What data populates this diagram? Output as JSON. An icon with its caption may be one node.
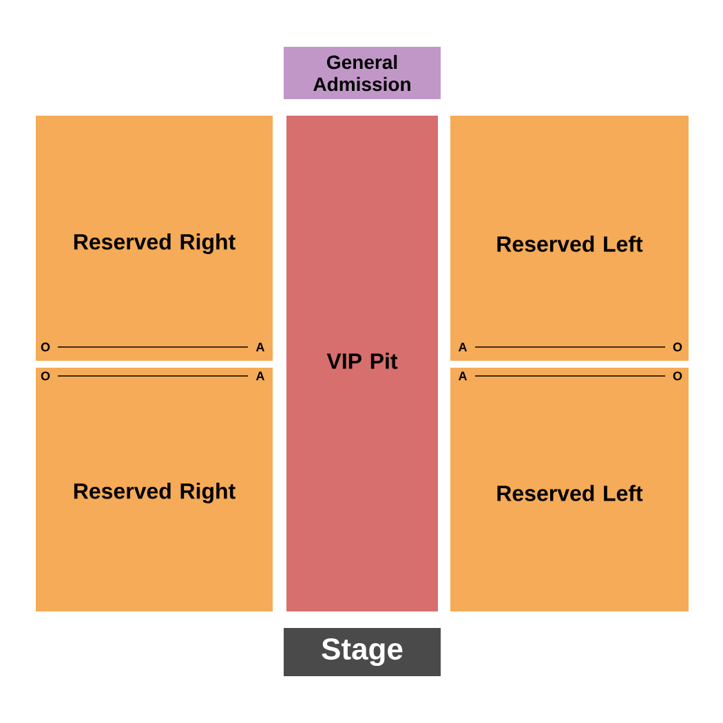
{
  "diagram": {
    "nodes": [
      {
        "text": [
          "General Admission"
        ]
      },
      {
        "text": [
          "Reserved Right"
        ]
      },
      {
        "text": [
          "VIP Pit"
        ]
      },
      {
        "text": [
          "Reserved Left"
        ]
      },
      {
        "text": [
          "Reserved Right"
        ]
      },
      {
        "text": [
          "Reserved Left"
        ]
      },
      {
        "text": [
          "Stage"
        ]
      }
    ],
    "labels": [
      "O",
      "A",
      "A",
      "O",
      "O",
      "A",
      "A",
      "O"
    ]
  }
}
